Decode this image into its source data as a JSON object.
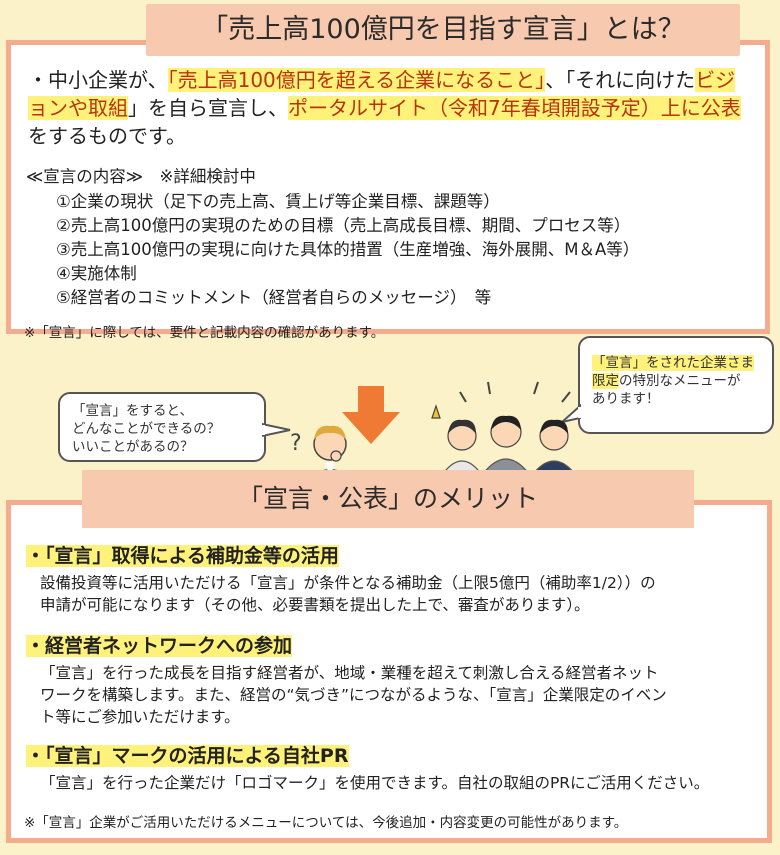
{
  "top": {
    "title": "「売上高100億円を目指す宣言」とは？",
    "intro": {
      "p1": "・中小企業が、",
      "h1": "「売上高100億円を超える企業になること」",
      "p2": "、「それに向けた",
      "h2": "ビジョンや取組",
      "p3": "」を自ら宣言し、",
      "h3": "ポータルサイト（令和7年春頃開設予定）上に公表",
      "p4": "をするものです。"
    },
    "contents_heading": "≪宣言の内容≫　※詳細検討中",
    "contents": [
      "①企業の現状（足下の売上高、賃上げ等企業目標、課題等）",
      "②売上高100億円の実現のための目標（売上高成長目標、期間、プロセス等）",
      "③売上高100億円の実現に向けた具体的措置（生産増強、海外展開、M＆A等）",
      "④実施体制",
      "⑤経営者のコミットメント（経営者自らのメッセージ）　等"
    ],
    "note": "※「宣言」に際しては、要件と記載内容の確認があります。"
  },
  "middle": {
    "question_bubble": [
      "「宣言」をすると、",
      "どんなことができるの？",
      "いいことがあるの？"
    ],
    "answer_bubble": {
      "h1": "「宣言」をされた企業さま",
      "h2": "限定",
      "rest1": "の特別なメニューが",
      "rest2": "あります！"
    }
  },
  "bottom": {
    "title": "「宣言・公表」のメリット",
    "merits": [
      {
        "heading": "・「宣言」取得による補助金等の活用",
        "body": [
          "設備投資等に活用いただける「宣言」が条件となる補助金（上限5億円（補助率1/2））の",
          "申請が可能になります（その他、必要書類を提出した上で、審査があります）。"
        ]
      },
      {
        "heading": "・経営者ネットワークへの参加",
        "body": [
          "「宣言」を行った成長を目指す経営者が、地域・業種を超えて刺激し合える経営者ネット",
          "ワークを構築します。また、経営の“気づき”につながるような、「宣言」企業限定のイベン",
          "ト等にご参加いただけます。"
        ]
      },
      {
        "heading": "・「宣言」マークの活用による自社PR",
        "body": [
          "「宣言」を行った企業だけ「ロゴマーク」を使用できます。自社の取組のPRにご活用ください。"
        ]
      }
    ],
    "note": "※「宣言」企業がご活用いただけるメニューについては、今後追加・内容変更の可能性があります。"
  },
  "colors": {
    "background": "#fbf2c9",
    "frame": "#f4ab8e",
    "title_band": "#f7c9ae",
    "highlight": "#fff27a",
    "highlight_text": "#b8330b",
    "arrow": "#ee7a33"
  },
  "icons": [
    "down-arrow-icon",
    "thinking-businessman-icon",
    "cheering-people-icon"
  ]
}
